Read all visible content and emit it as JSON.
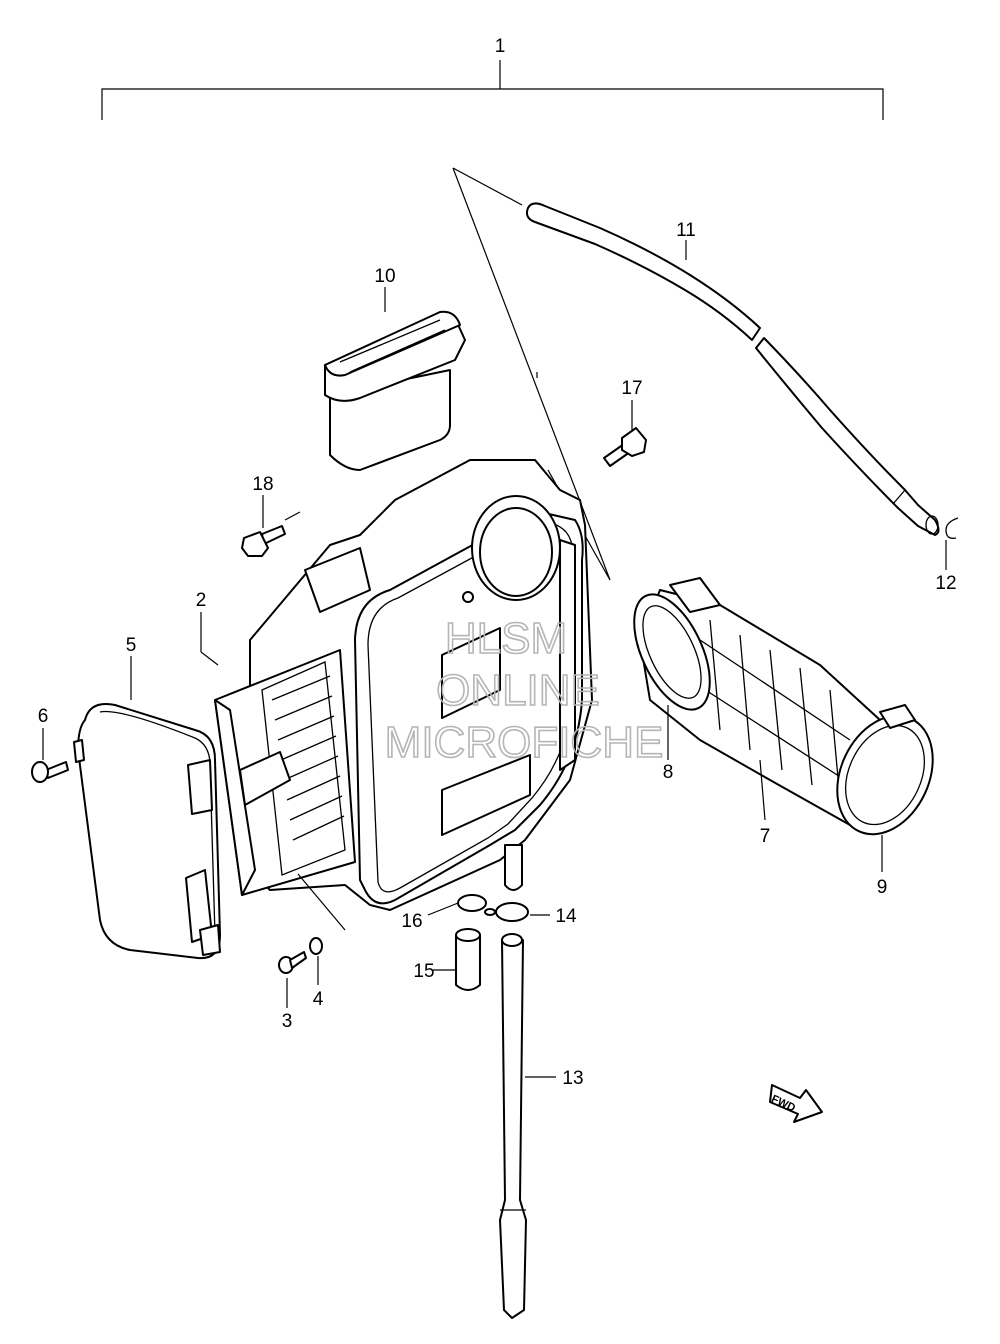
{
  "diagram": {
    "callouts": {
      "c1": "1",
      "c2": "2",
      "c3": "3",
      "c4": "4",
      "c5": "5",
      "c6": "6",
      "c7": "7",
      "c8": "8",
      "c9": "9",
      "c10": "10",
      "c11": "11",
      "c12": "12",
      "c13": "13",
      "c14": "14",
      "c15": "15",
      "c16": "16",
      "c17": "17",
      "c18": "18"
    },
    "watermark": {
      "line1": "HLSM",
      "line2": "ONLINE",
      "line3": "MICROFICHE"
    },
    "direction_marker": "FWD"
  }
}
